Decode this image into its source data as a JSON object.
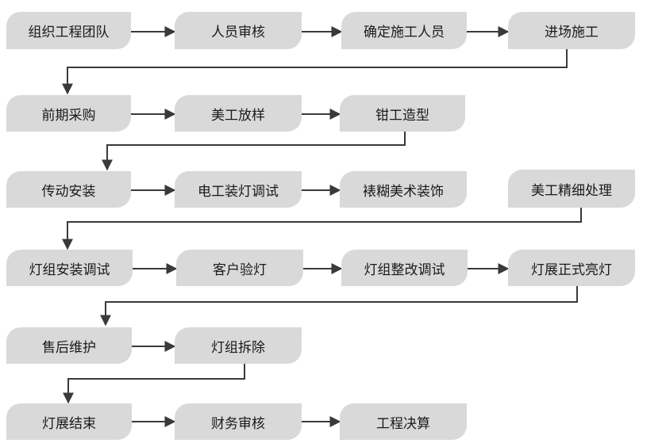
{
  "steps": {
    "s1": "组织工程团队",
    "s2": "人员审核",
    "s3": "确定施工人员",
    "s4": "进场施工",
    "s5": "前期采购",
    "s6": "美工放样",
    "s7": "钳工造型",
    "s8": "传动安装",
    "s9": "电工装灯调试",
    "s10": "裱糊美术装饰",
    "s11": "美工精细处理",
    "s12": "灯组安装调试",
    "s13": "客户验灯",
    "s14": "灯组整改调试",
    "s15": "灯展正式亮灯",
    "s16": "售后维护",
    "s17": "灯组拆除",
    "s18": "灯展结束",
    "s19": "财务审核",
    "s20": "工程决算"
  },
  "colors": {
    "node_fill": "#d9d9d9",
    "line": "#3a3a3a"
  }
}
